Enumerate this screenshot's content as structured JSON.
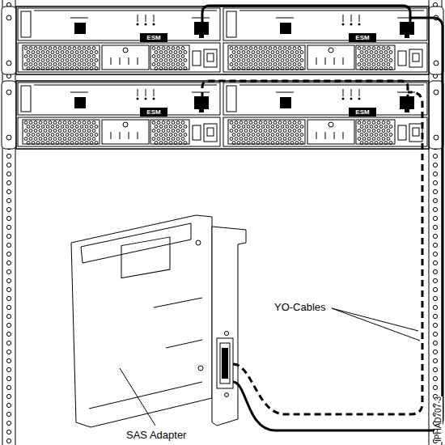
{
  "diagram": {
    "labels": [
      "ESM",
      "ESM",
      "ESM",
      "ESM",
      "YO-Cables",
      "SAS Adapter",
      "IPHAD707-3"
    ]
  }
}
